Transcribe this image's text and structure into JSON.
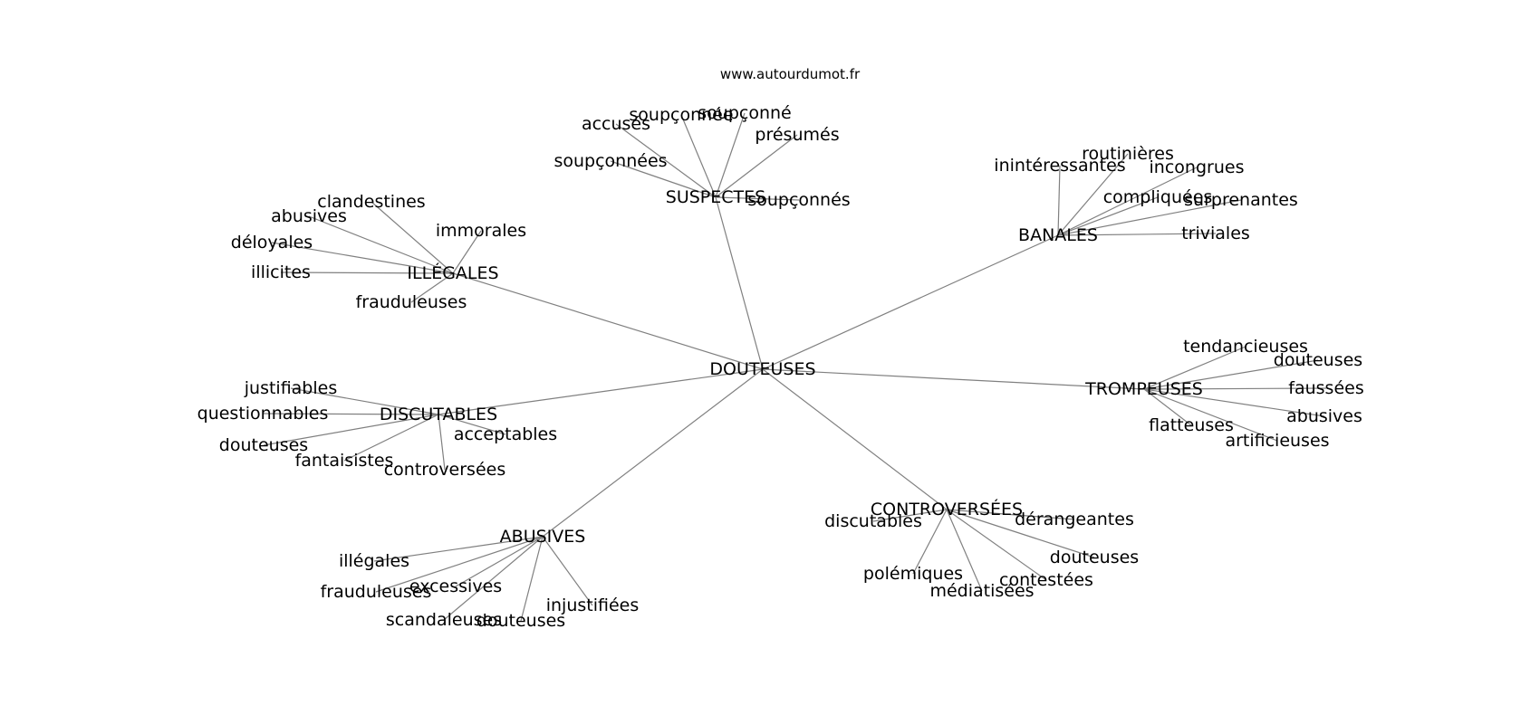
{
  "source": "www.autourdumot.fr",
  "graph": {
    "root": "DOUTEUSES",
    "groups": [
      {
        "label": "SUSPECTES",
        "leaves": [
          "soupçonnée",
          "soupçonné",
          "accusés",
          "présumés",
          "soupçonnées",
          "soupçonnés"
        ]
      },
      {
        "label": "BANALES",
        "leaves": [
          "routinières",
          "inintéressantes",
          "incongrues",
          "compliquées",
          "surprenantes",
          "triviales"
        ]
      },
      {
        "label": "ILLÉGALES",
        "leaves": [
          "clandestines",
          "abusives",
          "immorales",
          "déloyales",
          "illicites",
          "frauduleuses"
        ]
      },
      {
        "label": "TROMPEUSES",
        "leaves": [
          "tendancieuses",
          "douteuses",
          "faussées",
          "abusives",
          "flatteuses",
          "artificieuses"
        ]
      },
      {
        "label": "DISCUTABLES",
        "leaves": [
          "justifiables",
          "questionnables",
          "acceptables",
          "douteuses",
          "fantaisistes",
          "controversées"
        ]
      },
      {
        "label": "CONTROVERSÉES",
        "leaves": [
          "discutables",
          "dérangeantes",
          "douteuses",
          "polémiques",
          "contestées",
          "médiatisées"
        ]
      },
      {
        "label": "ABUSIVES",
        "leaves": [
          "illégales",
          "excessives",
          "frauduleuses",
          "injustifiées",
          "scandaleuses",
          "douteuses"
        ]
      }
    ]
  }
}
